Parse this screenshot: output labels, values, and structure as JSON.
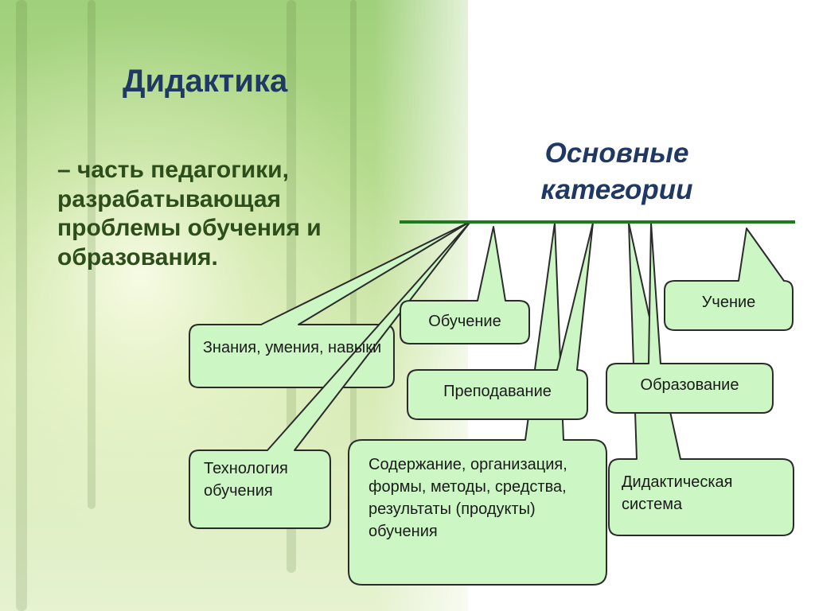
{
  "title": "Дидактика",
  "definition": "– часть педагогики, разрабатывающая проблемы обучения и образования.",
  "subtitle": "Основные категории",
  "categories": [
    {
      "id": "knowledge",
      "text": "Знания, умения, навыки"
    },
    {
      "id": "teaching-process",
      "text": "Обучение"
    },
    {
      "id": "learning",
      "text": "Учение"
    },
    {
      "id": "instruction",
      "text": "Преподавание"
    },
    {
      "id": "education",
      "text": "Образование"
    },
    {
      "id": "technology",
      "text": "Технология обучения"
    },
    {
      "id": "content",
      "text": "Содержание, организация, формы, методы, средства, результаты (продукты) обучения"
    },
    {
      "id": "didactic-system",
      "text": "Дидактическая система"
    }
  ],
  "colors": {
    "box_fill": "#ccf7c4",
    "box_stroke": "#2b2b2b",
    "underline": "#1e7a1e",
    "title": "#1f3864",
    "definition": "#2d4e1a"
  }
}
